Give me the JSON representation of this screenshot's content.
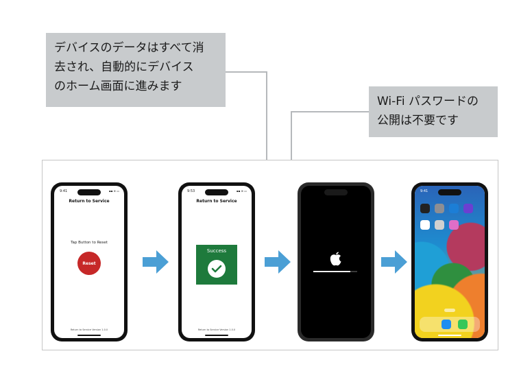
{
  "callouts": {
    "wipe_note": [
      "デバイスのデータはすべて消",
      "去され、自動的にデバイス",
      "のホーム画面に進みます"
    ],
    "wifi_note": [
      "Wi-Fi パスワードの",
      "公開は不要です"
    ]
  },
  "steps": [
    {
      "time": "9:41",
      "status": "▪▪ ≋ ▭",
      "title": "Return to Service",
      "prompt": "Tap Button to Reset",
      "button_label": "Reset",
      "footer": "Return to Service   Version 1.0.0"
    },
    {
      "time": "9:53",
      "status": "▪▪ ≋ ▭",
      "title": "Return to Service",
      "success_label": "Success",
      "footer": "Return to Service   Version 1.0.0"
    },
    {
      "boot_progress": 0.85
    },
    {
      "time": "9:41",
      "date_pill": "",
      "icons": [
        "clock-app-icon",
        "settings-app-icon",
        "files-app-icon",
        "shortcuts-app-icon",
        "photos-app-icon",
        "contacts-app-icon",
        "notes-app-icon"
      ],
      "dock_icons": [
        "safari-app-icon",
        "messages-app-icon"
      ]
    }
  ],
  "colors": {
    "callout_bg": "#c8cbcd",
    "reset_red": "#c62828",
    "success_green": "#1e7a3c",
    "arrow_blue": "#4b9fd5"
  }
}
